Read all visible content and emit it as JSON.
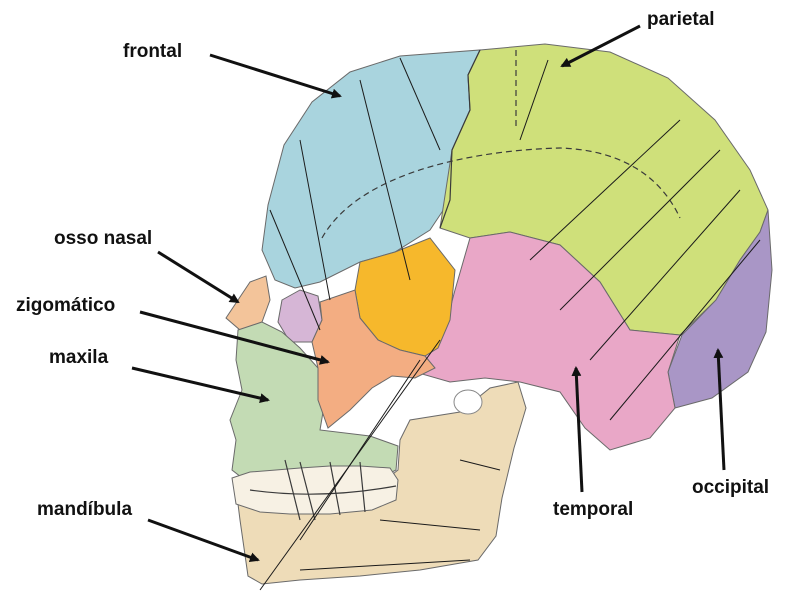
{
  "labels": {
    "frontal": "frontal",
    "parietal": "parietal",
    "osso_nasal": "osso nasal",
    "zigomatico": "zigomático",
    "maxila": "maxila",
    "mandibula": "mandíbula",
    "temporal": "temporal",
    "occipital": "occipital"
  },
  "colors": {
    "frontal": "#a9d4de",
    "parietal": "#cfe07a",
    "temporal": "#e9a7c7",
    "occipital": "#a996c6",
    "sphenoid": "#f6b82c",
    "zygomatic": "#f3ad82",
    "maxilla": "#c3dbb4",
    "mandible": "#eedcb8",
    "nasal": "#f3c49a",
    "lacrimal": "#d6b6d6",
    "teeth": "#f7f1e4",
    "line": "#1a1a1a"
  }
}
